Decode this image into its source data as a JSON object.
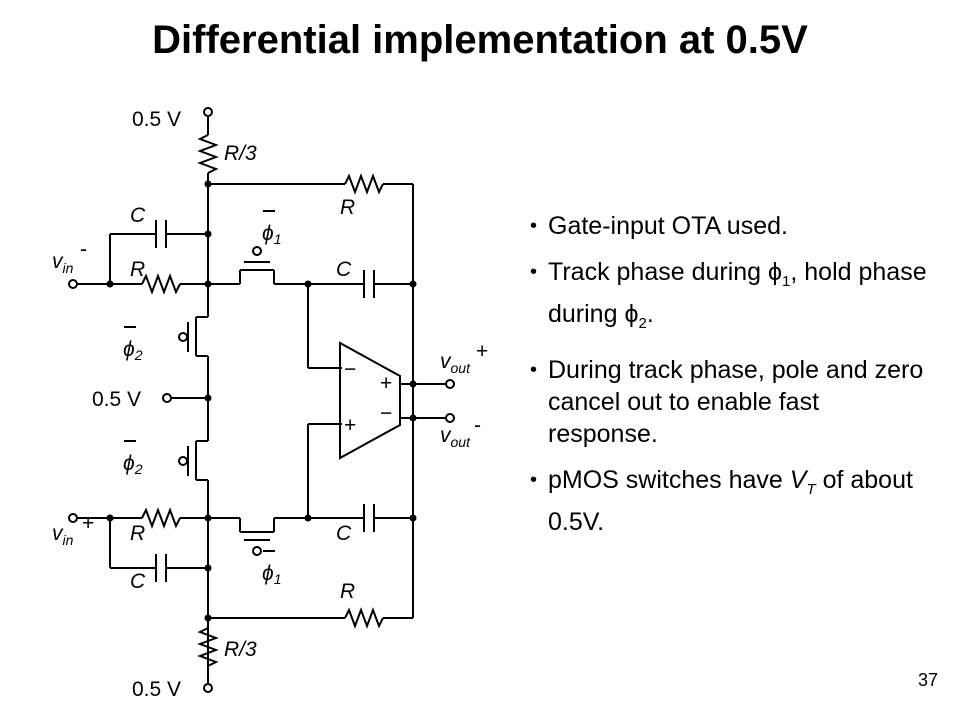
{
  "slide": {
    "title": "Differential implementation at 0.5V",
    "page_number": "37"
  },
  "circuit": {
    "supply_top": "0.5 V",
    "supply_mid": "0.5 V",
    "supply_bottom": "0.5 V",
    "resistor_top_bias": "R/3",
    "resistor_bottom_bias": "R/3",
    "resistor_feedback_top": "R",
    "resistor_feedback_bottom": "R",
    "resistor_input_top": "R",
    "resistor_input_bottom": "R",
    "cap_input_top": "C",
    "cap_input_bottom": "C",
    "cap_feedback_top": "C",
    "cap_feedback_bottom": "C",
    "clock_phi1": "ϕ",
    "clock_phi1_sub": "1",
    "clock_phi2": "ϕ",
    "clock_phi2_sub": "2",
    "vin": "v",
    "vin_sub": "in",
    "vin_minus_sign": "-",
    "vin_plus_sign": "+",
    "vout": "v",
    "vout_sub": "out",
    "vout_plus_sign": "+",
    "vout_minus_sign": "-",
    "ota_in_minus": "−",
    "ota_in_plus": "+",
    "ota_out_plus": "+",
    "ota_out_minus": "−"
  },
  "bullets": [
    {
      "text": "Gate-input OTA used."
    },
    {
      "pre": "Track phase during ",
      "sym1": "ϕ",
      "sub1": "1",
      "mid": ", hold phase during ",
      "sym2": "ϕ",
      "sub2": "2",
      "post": "."
    },
    {
      "text": "During track phase, pole and zero cancel out to enable fast response."
    },
    {
      "pre": "pMOS switches have ",
      "sym": "V",
      "sub": "T",
      "post": " of about 0.5V."
    }
  ]
}
